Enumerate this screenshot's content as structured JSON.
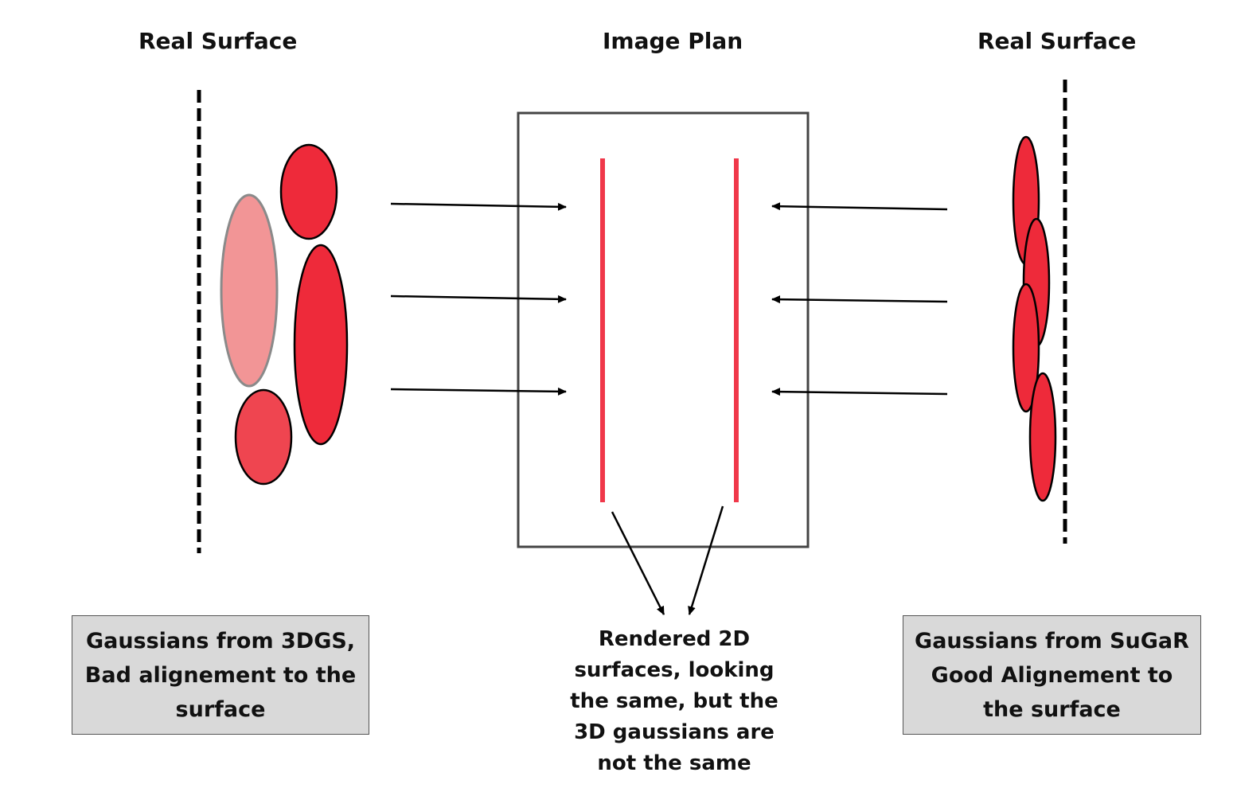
{
  "headings": {
    "left": "Real Surface",
    "center": "Image Plan",
    "right": "Real Surface"
  },
  "captions": {
    "left": [
      "Gaussians from 3DGS,",
      "Bad alignement to the",
      "surface"
    ],
    "right": [
      "Gaussians from SuGaR",
      "Good Alignement to",
      "the surface"
    ],
    "center": [
      "Rendered 2D",
      "surfaces, looking",
      "the same, but the",
      "3D gaussians are",
      "not the same"
    ]
  },
  "colors": {
    "gaussian_red": "#ee2a3a",
    "gaussian_faded": "#f29596",
    "gaussian_mid": "#ef4550",
    "rendered_line": "#f0384a",
    "caption_fill": "#d9d9d9"
  }
}
